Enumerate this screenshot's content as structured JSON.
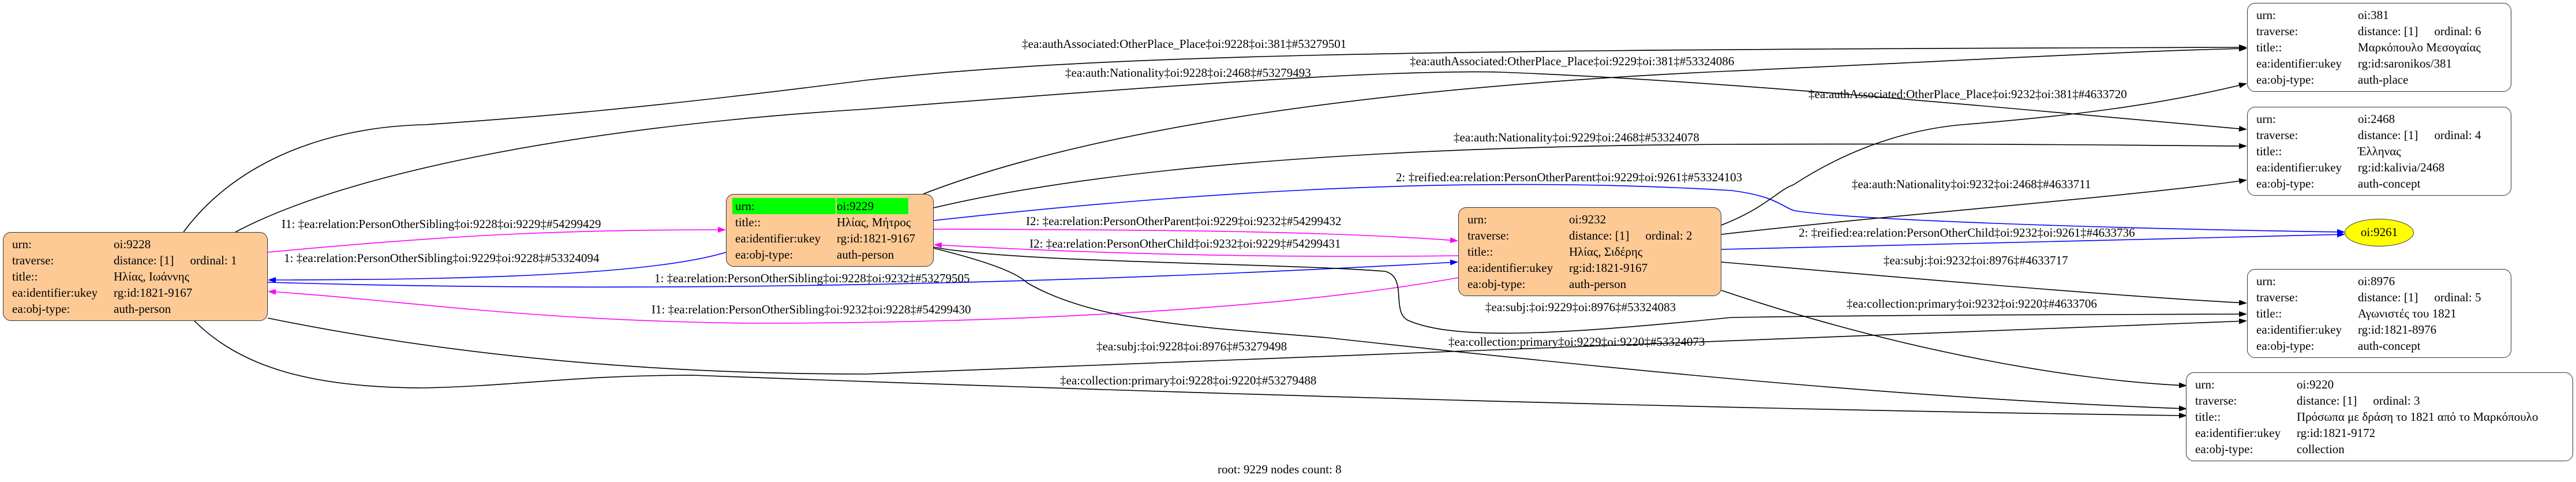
{
  "field_labels": {
    "urn": "urn:",
    "traverse": "traverse:",
    "title": "title::",
    "ukey": "ea:identifier:ukey",
    "objtype": "ea:obj-type:"
  },
  "nodes": {
    "n9228": {
      "urn": "oi:9228",
      "distance": "distance: [1]",
      "ordinal": "ordinal: 1",
      "title": "Ηλίας, Ιωάννης",
      "ukey": "rg:id:1821-9167",
      "objtype": "auth-person"
    },
    "n9229": {
      "urn": "oi:9229",
      "title": "Ηλίας, Μήτρος",
      "ukey": "rg:id:1821-9167",
      "objtype": "auth-person"
    },
    "n9232": {
      "urn": "oi:9232",
      "distance": "distance: [1]",
      "ordinal": "ordinal: 2",
      "title": "Ηλίας, Σιδέρης",
      "ukey": "rg:id:1821-9167",
      "objtype": "auth-person"
    },
    "n381": {
      "urn": "oi:381",
      "distance": "distance: [1]",
      "ordinal": "ordinal: 6",
      "title": "Μαρκόπουλο Μεσογαίας",
      "ukey": "rg:id:saronikos/381",
      "objtype": "auth-place"
    },
    "n2468": {
      "urn": "oi:2468",
      "distance": "distance: [1]",
      "ordinal": "ordinal: 4",
      "title": "Έλληνας",
      "ukey": "rg:id:kalivia/2468",
      "objtype": "auth-concept"
    },
    "n9261": {
      "urn": "oi:9261"
    },
    "n8976": {
      "urn": "oi:8976",
      "distance": "distance: [1]",
      "ordinal": "ordinal: 5",
      "title": "Αγωνιστές του 1821",
      "ukey": "rg:id:1821-8976",
      "objtype": "auth-concept"
    },
    "n9220": {
      "urn": "oi:9220",
      "distance": "distance: [1]",
      "ordinal": "ordinal: 3",
      "title": "Πρόσωπα με δράση το 1821 από το Μαρκόπουλο",
      "ukey": "rg:id:1821-9172",
      "objtype": "collection"
    }
  },
  "edge_labels": [
    "I1: ‡ea:relation:PersonOtherSibling‡oi:9228‡oi:9229‡#54299429",
    "1: ‡ea:relation:PersonOtherSibling‡oi:9229‡oi:9228‡#53324094",
    "1: ‡ea:relation:PersonOtherSibling‡oi:9228‡oi:9232‡#53279505",
    "I1: ‡ea:relation:PersonOtherSibling‡oi:9232‡oi:9228‡#54299430",
    "I2: ‡ea:relation:PersonOtherParent‡oi:9229‡oi:9232‡#54299432",
    "I2: ‡ea:relation:PersonOtherChild‡oi:9232‡oi:9229‡#54299431",
    "2: ‡reified:ea:relation:PersonOtherParent‡oi:9229‡oi:9261‡#53324103",
    "2: ‡reified:ea:relation:PersonOtherChild‡oi:9232‡oi:9261‡#4633736",
    "‡ea:authAssociated:OtherPlace_Place‡oi:9228‡oi:381‡#53279501",
    "‡ea:auth:Nationality‡oi:9228‡oi:2468‡#53279493",
    "‡ea:authAssociated:OtherPlace_Place‡oi:9229‡oi:381‡#53324086",
    "‡ea:auth:Nationality‡oi:9229‡oi:2468‡#53324078",
    "‡ea:authAssociated:OtherPlace_Place‡oi:9232‡oi:381‡#4633720",
    "‡ea:auth:Nationality‡oi:9232‡oi:2468‡#4633711",
    "‡ea:subj:‡oi:9232‡oi:8976‡#4633717",
    "‡ea:collection:primary‡oi:9232‡oi:9220‡#4633706",
    "‡ea:subj:‡oi:9229‡oi:8976‡#53324083",
    "‡ea:subj:‡oi:9228‡oi:8976‡#53279498",
    "‡ea:collection:primary‡oi:9229‡oi:9220‡#53324073",
    "‡ea:collection:primary‡oi:9228‡oi:9220‡#53279488"
  ],
  "colors": {
    "person_fill": "#fdca96",
    "root_highlight": "#00ff00",
    "leaf_fill": "#ffff00",
    "sibling_inverse": "#ff00ff",
    "relation": "#0000ff"
  },
  "footer": "root: 9229 nodes count: 8"
}
